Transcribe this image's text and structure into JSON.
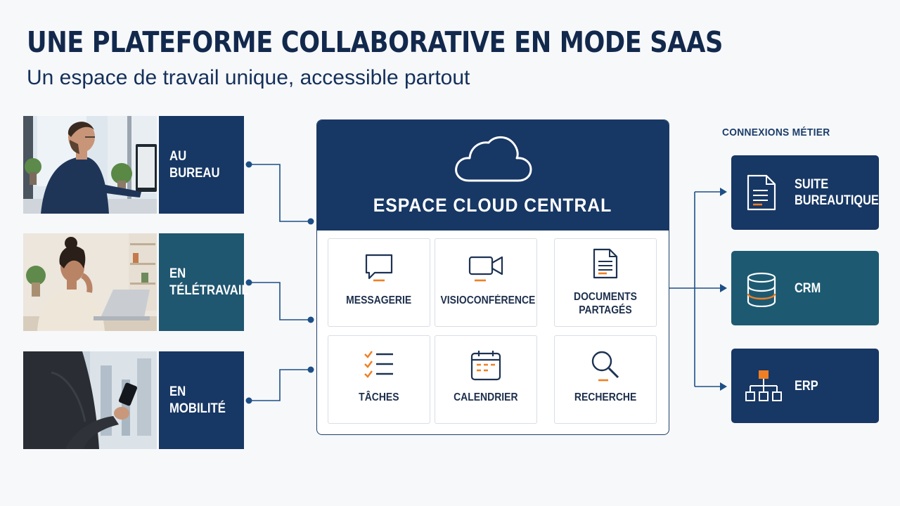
{
  "header": {
    "title": "UNE PLATEFORME COLLABORATIVE EN MODE SAAS",
    "subtitle": "Un espace de travail unique, accessible partout"
  },
  "contexts": [
    {
      "label": "AU\nBUREAU",
      "scene": "person-at-desktop-office-photo"
    },
    {
      "label": "EN\nTÉLÉTRAVAIL",
      "scene": "person-with-laptop-home-photo"
    },
    {
      "label": "EN\nMOBILITÉ",
      "scene": "person-with-smartphone-city-photo"
    }
  ],
  "central": {
    "icon": "cloud-icon",
    "title": "ESPACE CLOUD CENTRAL",
    "tiles": [
      {
        "label": "MESSAGERIE",
        "icon": "chat-bubble-icon"
      },
      {
        "label": "VISIOCONFÉRENCE",
        "icon": "video-camera-icon"
      },
      {
        "label": "DOCUMENTS\nPARTAGÉS",
        "icon": "document-icon"
      },
      {
        "label": "TÂCHES",
        "icon": "checklist-icon"
      },
      {
        "label": "CALENDRIER",
        "icon": "calendar-icon"
      },
      {
        "label": "RECHERCHE",
        "icon": "magnifier-icon"
      }
    ]
  },
  "connections": {
    "heading": "CONNEXIONS MÉTIER",
    "systems": [
      {
        "label": "SUITE\nBUREAUTIQUE",
        "icon": "office-document-icon"
      },
      {
        "label": "CRM",
        "icon": "database-icon"
      },
      {
        "label": "ERP",
        "icon": "org-chart-icon"
      }
    ]
  },
  "colors": {
    "navy": "#173764",
    "teal": "#1f5670",
    "accent": "#f07f23",
    "background": "#f7f8fa"
  }
}
